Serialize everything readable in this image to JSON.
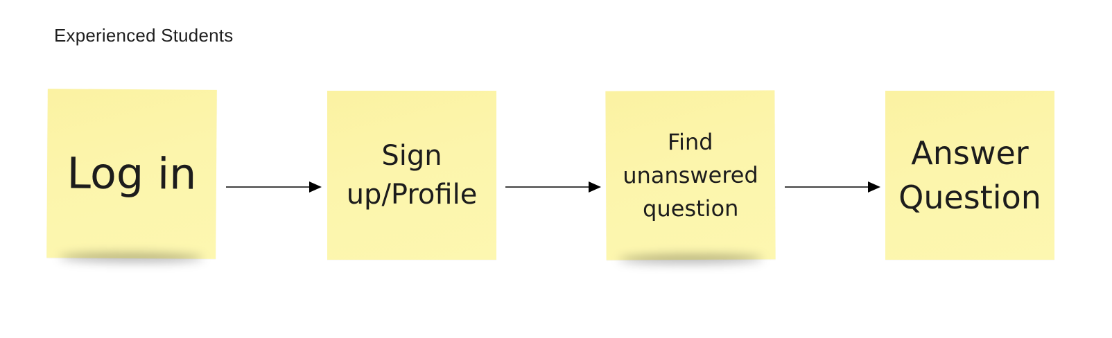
{
  "frame": {
    "title": "Experienced Students"
  },
  "notes": [
    {
      "id": "log-in",
      "text": "Log in",
      "color": "#fcf4a8"
    },
    {
      "id": "sign-up-profile",
      "text": "Sign up/Profile",
      "color": "#fcf4a8"
    },
    {
      "id": "find-unanswered-question",
      "text": "Find unanswered question",
      "color": "#fcf4a8"
    },
    {
      "id": "answer-question",
      "text": "Answer Question",
      "color": "#fcf4a8"
    }
  ],
  "connectors": [
    {
      "from": "log-in",
      "to": "sign-up-profile"
    },
    {
      "from": "sign-up-profile",
      "to": "find-unanswered-question"
    },
    {
      "from": "find-unanswered-question",
      "to": "answer-question"
    }
  ],
  "colors": {
    "note_fill": "#fcf4a8",
    "arrow": "#000000",
    "text": "#1c1c1c"
  }
}
